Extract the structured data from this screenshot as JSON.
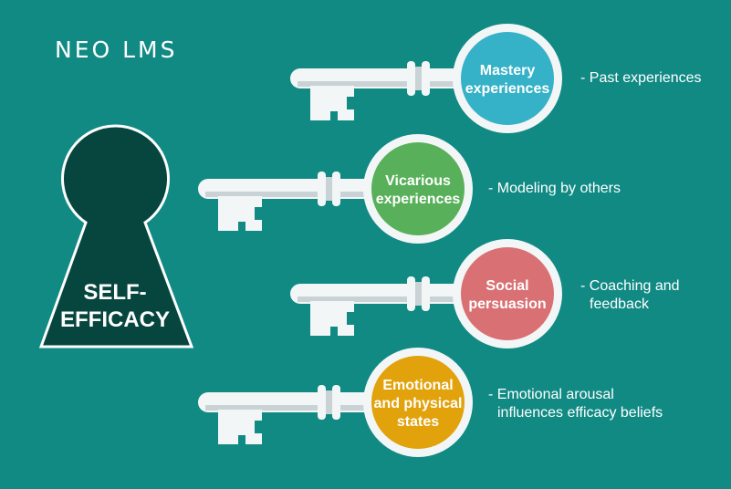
{
  "brand": {
    "logo_text": "NEO LMS"
  },
  "keyhole": {
    "label_line1": "SELF-",
    "label_line2": "EFFICACY",
    "color": "#07463f"
  },
  "colors": {
    "background": "#118a84",
    "key_body": "#f3f6f7",
    "key_shadow": "#c9d3d5"
  },
  "keys": [
    {
      "id": "mastery",
      "title_lines": [
        "Mastery",
        "experiences"
      ],
      "description_lines": [
        "- Past experiences"
      ],
      "color": "#35b2c7"
    },
    {
      "id": "vicarious",
      "title_lines": [
        "Vicarious",
        "experiences"
      ],
      "description_lines": [
        "- Modeling by others"
      ],
      "color": "#58b05a"
    },
    {
      "id": "social",
      "title_lines": [
        "Social",
        "persuasion"
      ],
      "description_lines": [
        "- Coaching and",
        "feedback"
      ],
      "color": "#d97174"
    },
    {
      "id": "emotional",
      "title_lines": [
        "Emotional",
        "and physical",
        "states"
      ],
      "description_lines": [
        "- Emotional arousal",
        "influences efficacy beliefs"
      ],
      "color": "#e1a20c"
    }
  ]
}
